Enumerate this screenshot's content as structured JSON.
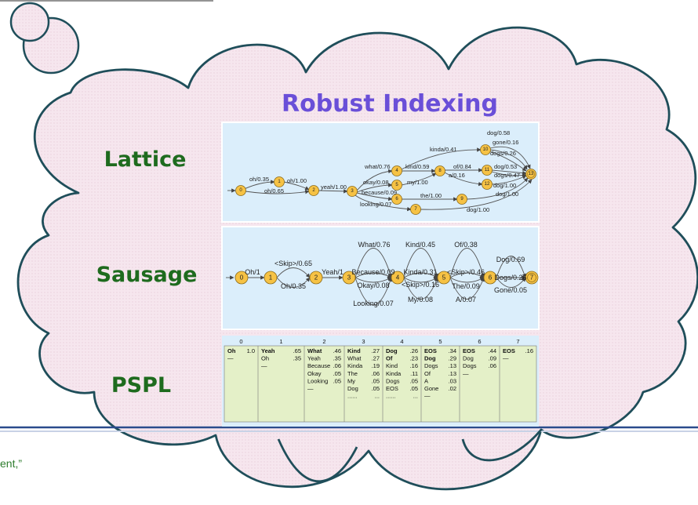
{
  "title": "Robust Indexing",
  "labels": {
    "lattice": "Lattice",
    "sausage": "Sausage",
    "pspl": "PSPL"
  },
  "footer_text": "ent,”",
  "colors": {
    "cloud_stroke": "#1f4e5a",
    "node_fill": "#f6c244",
    "panel_bg": "#dbeefb",
    "pspl_cell": "#e4f0c8",
    "label_green": "#1e6b1e",
    "title_purple": "#6a4fd8"
  },
  "lattice": {
    "nodes": [
      "0",
      "1",
      "2",
      "3",
      "4",
      "5",
      "6",
      "7",
      "8",
      "9",
      "10",
      "11",
      "12",
      "13"
    ],
    "edges": [
      "oh/0.35",
      "oh/1.00",
      "oh/0.65",
      "yeah/1.00",
      "what/0.76",
      "kinda/0.41",
      "kind/0.59",
      "of/0.84",
      "a/0.16",
      "dog/0.58",
      "gone/0.16",
      "dogs/0.26",
      "dog/0.53",
      "dogs/0.47",
      "dog/1.00",
      "okay/0.08",
      "my/1.00",
      "because/0.09",
      "the/1.00",
      "looking/0.07",
      "dog/1.00",
      "dog/1.00"
    ]
  },
  "sausage": {
    "nodes": [
      "0",
      "1",
      "2",
      "3",
      "4",
      "5",
      "6",
      "7"
    ],
    "edges": [
      "Oh/1",
      "<Skip>/0.65",
      "Oh/0.35",
      "Yeah/1",
      "What/0.76",
      "Because/0.09",
      "Okay/0.08",
      "Looking/0.07",
      "Kind/0.45",
      "Kinda/0.31",
      "<Skip>/0.16",
      "My/0.08",
      "Of/0.38",
      "<Skip>/0.46",
      "The/0.09",
      "A/0.07",
      "Dog/0.69",
      "Dogs/0.26",
      "Gone/0.05"
    ]
  },
  "pspl": {
    "headers": [
      "0",
      "1",
      "2",
      "3",
      "4",
      "5",
      "6",
      "7"
    ],
    "columns": [
      [
        [
          "Oh",
          "1.0"
        ],
        [
          "—",
          ""
        ]
      ],
      [
        [
          "Yeah",
          ".65"
        ],
        [
          "Oh",
          ".35"
        ],
        [
          "—",
          ""
        ]
      ],
      [
        [
          "What",
          ".46"
        ],
        [
          "Yeah",
          ".35"
        ],
        [
          "Because",
          ".06"
        ],
        [
          "Okay",
          ".05"
        ],
        [
          "Looking",
          ".05"
        ],
        [
          "—",
          ""
        ]
      ],
      [
        [
          "Kind",
          ".27"
        ],
        [
          "What",
          ".27"
        ],
        [
          "Kinda",
          ".19"
        ],
        [
          "The",
          ".06"
        ],
        [
          "My",
          ".05"
        ],
        [
          "Dog",
          ".05"
        ],
        [
          "......",
          "..."
        ]
      ],
      [
        [
          "Dog",
          ".26"
        ],
        [
          "Of",
          ".23"
        ],
        [
          "Kind",
          ".16"
        ],
        [
          "Kinda",
          ".11"
        ],
        [
          "Dogs",
          ".05"
        ],
        [
          "EOS",
          ".05"
        ],
        [
          "......",
          "..."
        ]
      ],
      [
        [
          "EOS",
          ".34"
        ],
        [
          "Dog",
          ".29"
        ],
        [
          "Dogs",
          ".13"
        ],
        [
          "Of",
          ".13"
        ],
        [
          "A",
          ".03"
        ],
        [
          "Gone",
          ".02"
        ],
        [
          "—",
          ""
        ]
      ],
      [
        [
          "EOS",
          ".44"
        ],
        [
          "Dog",
          ".09"
        ],
        [
          "Dogs",
          ".06"
        ],
        [
          "—",
          ""
        ]
      ],
      [
        [
          "EOS",
          ".16"
        ],
        [
          "—",
          ""
        ]
      ]
    ]
  }
}
